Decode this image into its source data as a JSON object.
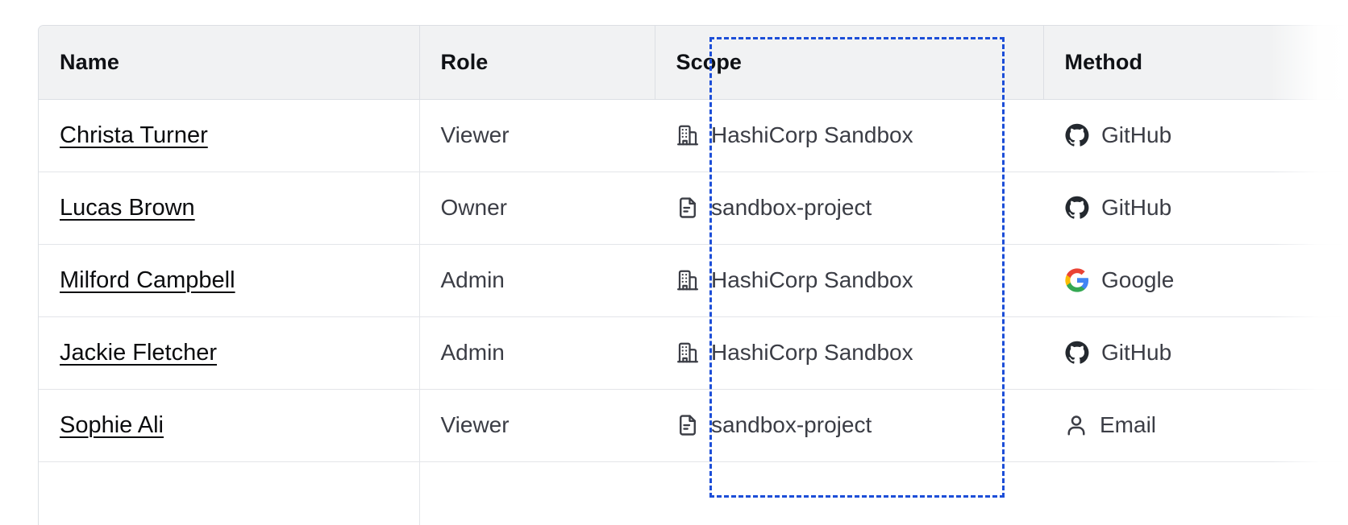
{
  "table": {
    "columns": [
      {
        "key": "name",
        "label": "Name"
      },
      {
        "key": "role",
        "label": "Role"
      },
      {
        "key": "scope",
        "label": "Scope"
      },
      {
        "key": "method",
        "label": "Method"
      }
    ],
    "rows": [
      {
        "name": "Christa Turner",
        "role": "Viewer",
        "scope": "HashiCorp Sandbox",
        "scope_icon": "organization-icon",
        "method": "GitHub",
        "method_icon": "github-icon"
      },
      {
        "name": "Lucas Brown",
        "role": "Owner",
        "scope": "sandbox-project",
        "scope_icon": "project-document-icon",
        "method": "GitHub",
        "method_icon": "github-icon"
      },
      {
        "name": "Milford Campbell",
        "role": "Admin",
        "scope": "HashiCorp Sandbox",
        "scope_icon": "organization-icon",
        "method": "Google",
        "method_icon": "google-icon"
      },
      {
        "name": "Jackie Fletcher",
        "role": "Admin",
        "scope": "HashiCorp Sandbox",
        "scope_icon": "organization-icon",
        "method": "GitHub",
        "method_icon": "github-icon"
      },
      {
        "name": "Sophie Ali",
        "role": "Viewer",
        "scope": "sandbox-project",
        "scope_icon": "project-document-icon",
        "method": "Email",
        "method_icon": "user-icon"
      },
      {
        "name": "",
        "role": "",
        "scope": "",
        "scope_icon": "",
        "method": "",
        "method_icon": ""
      }
    ]
  },
  "selection": {
    "target_column": "Scope",
    "style": "dashed",
    "color": "#1c4ed8"
  },
  "colors": {
    "header_background": "#f1f2f3",
    "header_text": "#0f1115",
    "body_text": "#3b3d45",
    "link_text": "#0b0c0e",
    "border": "#dcdfe4",
    "row_divider": "#e3e5e9",
    "selection_blue": "#1c4ed8",
    "google_blue": "#4285f4",
    "google_red": "#ea4335",
    "google_yellow": "#fbbc05",
    "google_green": "#34a853",
    "github_black": "#24292f"
  }
}
